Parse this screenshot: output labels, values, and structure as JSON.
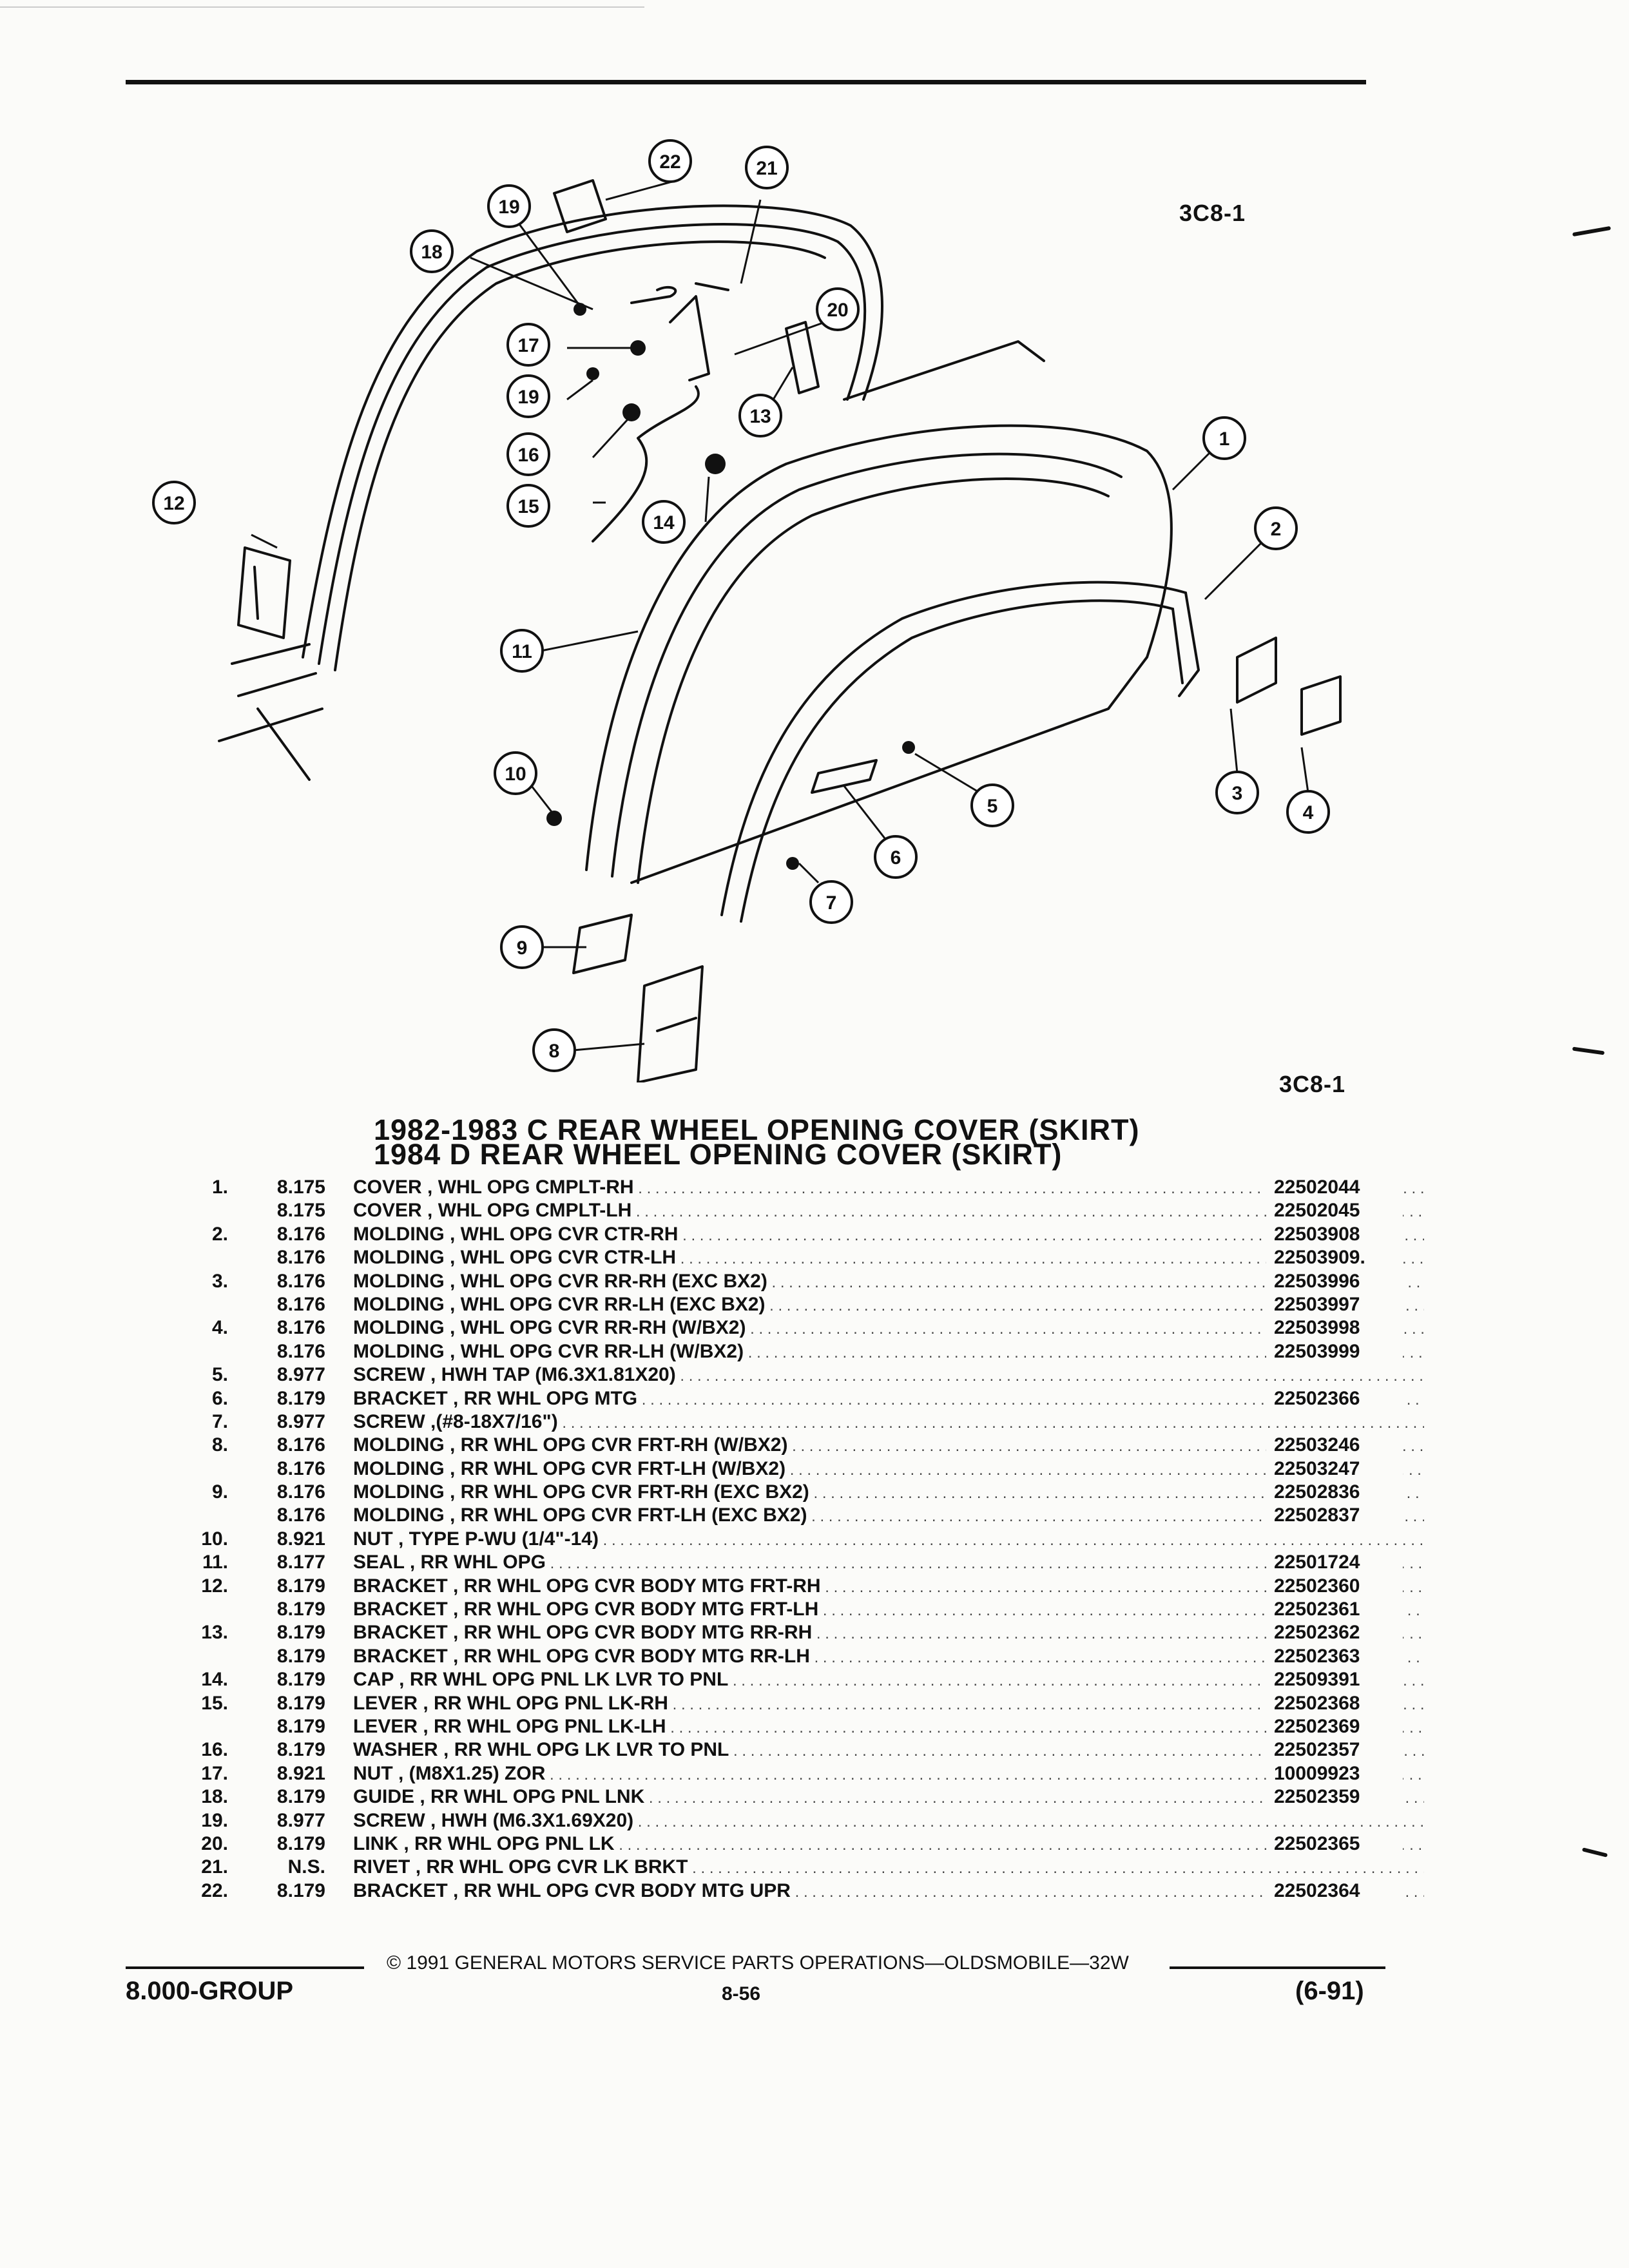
{
  "figure_code_top": "3C8-1",
  "figure_code_bottom": "3C8-1",
  "callouts": [
    "1",
    "2",
    "3",
    "4",
    "5",
    "6",
    "7",
    "8",
    "9",
    "10",
    "11",
    "12",
    "13",
    "14",
    "15",
    "16",
    "17",
    "18",
    "19",
    "19",
    "20",
    "21",
    "22"
  ],
  "title_line1": "1982-1983 C REAR WHEEL OPENING COVER (SKIRT)",
  "title_line2": "1984 D REAR WHEEL OPENING COVER (SKIRT)",
  "parts": [
    {
      "num": "1.",
      "group": "8.175",
      "name": "COVER",
      "desc": ", WHL OPG CMPLT-RH",
      "part": "22502044"
    },
    {
      "num": "",
      "group": "8.175",
      "name": "COVER",
      "desc": ", WHL OPG CMPLT-LH",
      "part": "22502045"
    },
    {
      "num": "2.",
      "group": "8.176",
      "name": "MOLDING",
      "desc": ", WHL OPG CVR CTR-RH",
      "part": "22503908"
    },
    {
      "num": "",
      "group": "8.176",
      "name": "MOLDING",
      "desc": ", WHL OPG CVR CTR-LH",
      "part": "22503909."
    },
    {
      "num": "3.",
      "group": "8.176",
      "name": "MOLDING",
      "desc": ", WHL OPG CVR RR-RH (EXC BX2)",
      "part": "22503996"
    },
    {
      "num": "",
      "group": "8.176",
      "name": "MOLDING",
      "desc": ", WHL OPG CVR RR-LH (EXC BX2)",
      "part": "22503997"
    },
    {
      "num": "4.",
      "group": "8.176",
      "name": "MOLDING",
      "desc": ", WHL OPG CVR RR-RH (W/BX2)",
      "part": "22503998"
    },
    {
      "num": "",
      "group": "8.176",
      "name": "MOLDING",
      "desc": ", WHL OPG CVR RR-LH (W/BX2)",
      "part": "22503999"
    },
    {
      "num": "5.",
      "group": "8.977",
      "name": "SCREW",
      "desc": ", HWH TAP (M6.3X1.81X20)",
      "part": ""
    },
    {
      "num": "6.",
      "group": "8.179",
      "name": "BRACKET",
      "desc": ", RR WHL OPG MTG",
      "part": "22502366"
    },
    {
      "num": "7.",
      "group": "8.977",
      "name": "SCREW",
      "desc": ",(#8-18X7/16\")",
      "part": ""
    },
    {
      "num": "8.",
      "group": "8.176",
      "name": "MOLDING",
      "desc": ", RR WHL OPG CVR FRT-RH (W/BX2)",
      "part": "22503246"
    },
    {
      "num": "",
      "group": "8.176",
      "name": "MOLDING",
      "desc": ", RR WHL OPG CVR FRT-LH (W/BX2)",
      "part": "22503247"
    },
    {
      "num": "9.",
      "group": "8.176",
      "name": "MOLDING",
      "desc": ", RR WHL OPG CVR FRT-RH (EXC BX2)",
      "part": "22502836"
    },
    {
      "num": "",
      "group": "8.176",
      "name": "MOLDING",
      "desc": ", RR WHL OPG CVR FRT-LH (EXC BX2)",
      "part": "22502837"
    },
    {
      "num": "10.",
      "group": "8.921",
      "name": "NUT",
      "desc": ", TYPE P-WU (1/4\"-14)",
      "part": ""
    },
    {
      "num": "11.",
      "group": "8.177",
      "name": "SEAL",
      "desc": ", RR WHL OPG",
      "part": "22501724"
    },
    {
      "num": "12.",
      "group": "8.179",
      "name": "BRACKET",
      "desc": ", RR WHL OPG CVR BODY MTG FRT-RH",
      "part": "22502360"
    },
    {
      "num": "",
      "group": "8.179",
      "name": "BRACKET",
      "desc": ", RR WHL OPG CVR BODY MTG FRT-LH",
      "part": "22502361"
    },
    {
      "num": "13.",
      "group": "8.179",
      "name": "BRACKET",
      "desc": ", RR WHL OPG CVR BODY MTG RR-RH",
      "part": "22502362"
    },
    {
      "num": "",
      "group": "8.179",
      "name": "BRACKET",
      "desc": ", RR WHL OPG CVR BODY MTG RR-LH",
      "part": "22502363"
    },
    {
      "num": "14.",
      "group": "8.179",
      "name": "CAP",
      "desc": ", RR WHL OPG PNL LK LVR TO PNL",
      "part": "22509391"
    },
    {
      "num": "15.",
      "group": "8.179",
      "name": "LEVER",
      "desc": ", RR WHL OPG PNL LK-RH",
      "part": "22502368"
    },
    {
      "num": "",
      "group": "8.179",
      "name": "LEVER",
      "desc": ", RR WHL OPG PNL LK-LH",
      "part": "22502369"
    },
    {
      "num": "16.",
      "group": "8.179",
      "name": "WASHER",
      "desc": ", RR WHL OPG LK LVR TO PNL",
      "part": "22502357"
    },
    {
      "num": "17.",
      "group": "8.921",
      "name": "NUT",
      "desc": ", (M8X1.25) ZOR",
      "part": "10009923"
    },
    {
      "num": "18.",
      "group": "8.179",
      "name": "GUIDE",
      "desc": ", RR WHL OPG PNL LNK",
      "part": "22502359"
    },
    {
      "num": "19.",
      "group": "8.977",
      "name": "SCREW",
      "desc": ", HWH (M6.3X1.69X20)",
      "part": ""
    },
    {
      "num": "20.",
      "group": "8.179",
      "name": "LINK",
      "desc": ", RR WHL OPG PNL LK",
      "part": "22502365"
    },
    {
      "num": "21.",
      "group": "N.S.",
      "name": "RIVET",
      "desc": ", RR WHL OPG CVR LK BRKT",
      "part": ""
    },
    {
      "num": "22.",
      "group": "8.179",
      "name": "BRACKET",
      "desc": ", RR WHL OPG CVR BODY MTG UPR",
      "part": "22502364"
    }
  ],
  "footer": {
    "copyright": "© 1991 GENERAL MOTORS SERVICE PARTS OPERATIONS—OLDSMOBILE—32W",
    "group": "8.000-GROUP",
    "page": "8-56",
    "date": "(6-91)"
  }
}
